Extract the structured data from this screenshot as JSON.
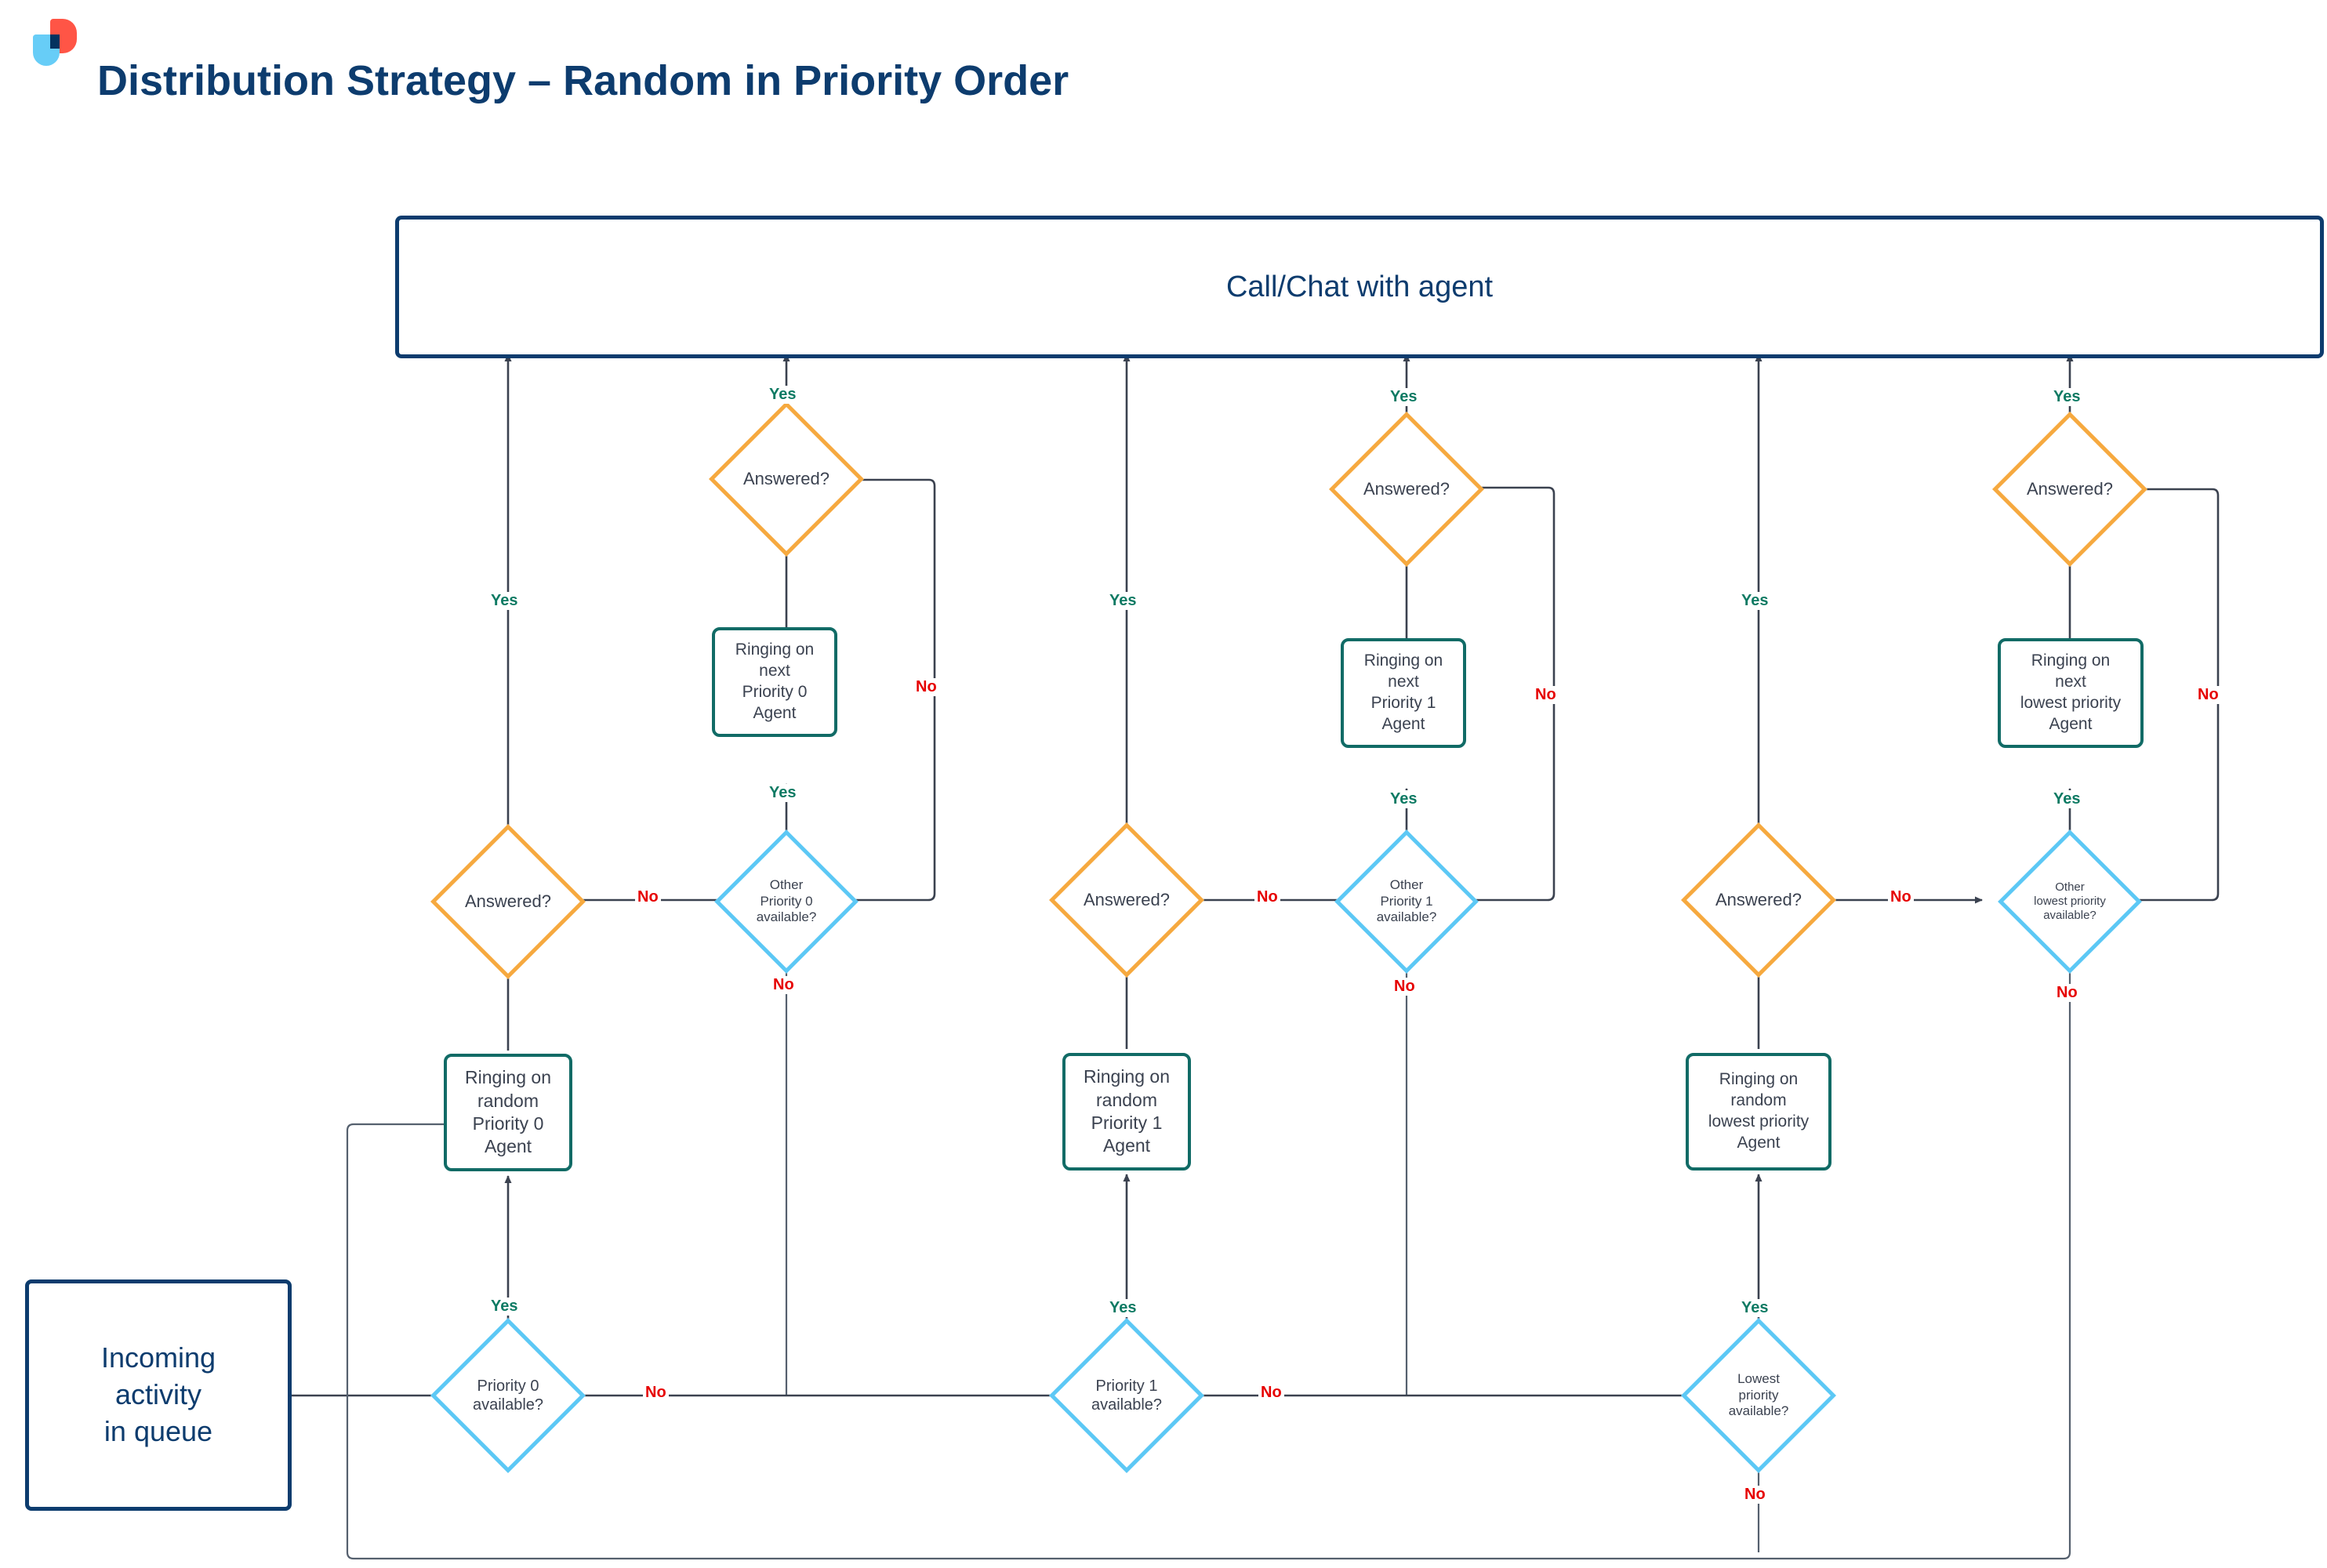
{
  "header": {
    "title": "Distribution Strategy – Random in Priority Order",
    "logo_name": "brand-logo"
  },
  "colors": {
    "navy": "#0d3c6e",
    "teal": "#116b66",
    "light_blue": "#5cc8f5",
    "orange": "#f6a93f",
    "yes_green": "#0d7a63",
    "no_red": "#e60000",
    "logo_red": "#ff5546",
    "logo_blue": "#67cdf7"
  },
  "diagram": {
    "terminal_top": "Call/Chat with agent",
    "terminal_start": [
      "Incoming",
      "activity",
      "in queue"
    ],
    "edge_labels": {
      "yes": "Yes",
      "no": "No"
    },
    "columns": [
      {
        "id": "priority-0",
        "entry_decision": [
          "Priority 0",
          "available?"
        ],
        "ring_random": [
          "Ringing on",
          "random",
          "Priority 0",
          "Agent"
        ],
        "answered_first": "Answered?",
        "other_available": [
          "Other",
          "Priority 0",
          "available?"
        ],
        "ring_next": [
          "Ringing on",
          "next",
          "Priority 0",
          "Agent"
        ],
        "answered_second": "Answered?"
      },
      {
        "id": "priority-1",
        "entry_decision": [
          "Priority 1",
          "available?"
        ],
        "ring_random": [
          "Ringing on",
          "random",
          "Priority 1",
          "Agent"
        ],
        "answered_first": "Answered?",
        "other_available": [
          "Other",
          "Priority 1",
          "available?"
        ],
        "ring_next": [
          "Ringing on",
          "next",
          "Priority 1",
          "Agent"
        ],
        "answered_second": "Answered?"
      },
      {
        "id": "lowest-priority",
        "entry_decision": [
          "Lowest",
          "priority",
          "available?"
        ],
        "ring_random": [
          "Ringing on",
          "random",
          "lowest priority",
          "Agent"
        ],
        "answered_first": "Answered?",
        "other_available": [
          "Other",
          "lowest priority",
          "available?"
        ],
        "ring_next": [
          "Ringing on",
          "next",
          "lowest priority",
          "Agent"
        ],
        "answered_second": "Answered?"
      }
    ]
  }
}
